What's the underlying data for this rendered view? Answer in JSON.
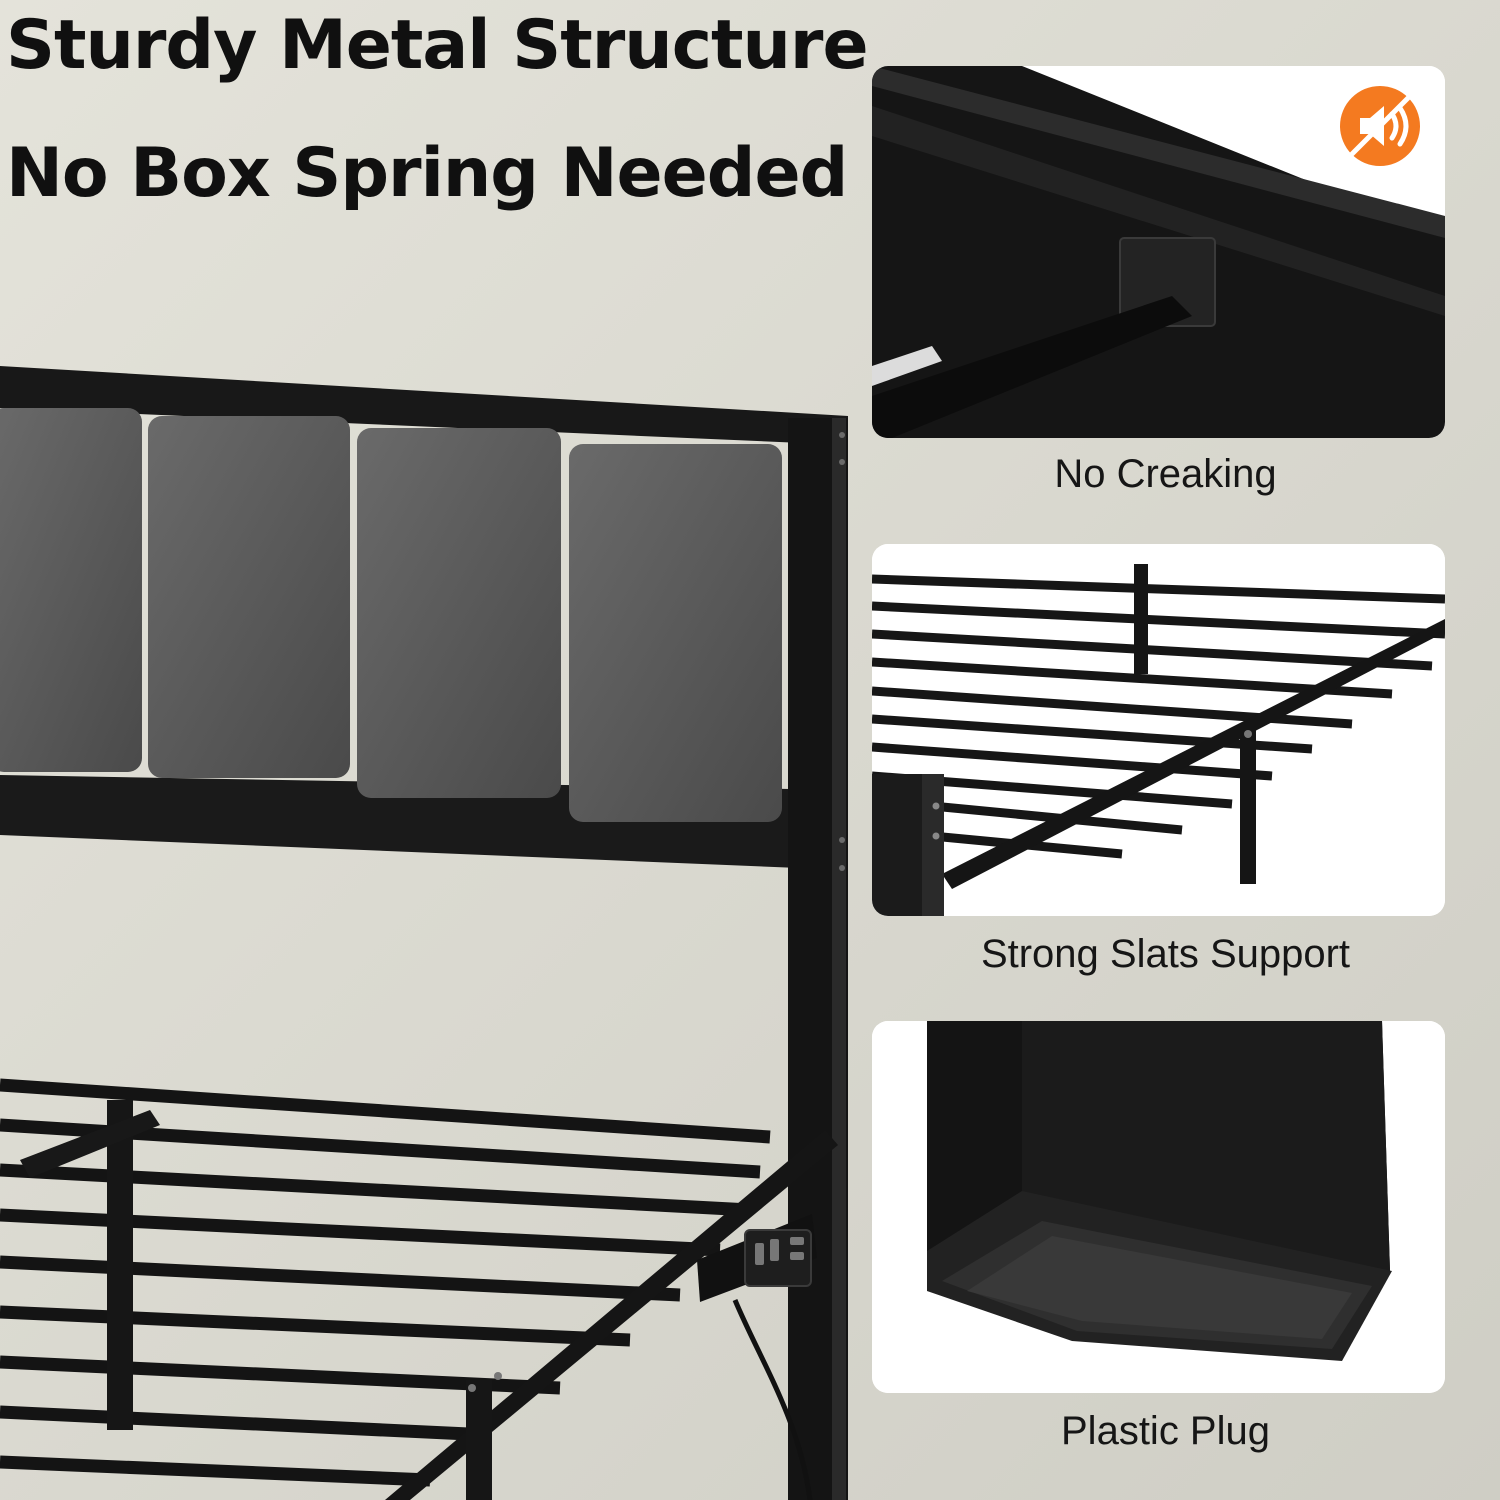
{
  "headline": {
    "line1": "Sturdy Metal Structure",
    "line2": "No Box Spring Needed"
  },
  "features": [
    {
      "caption": "No Creaking",
      "icon": "mute-icon"
    },
    {
      "caption": "Strong Slats Support"
    },
    {
      "caption": "Plastic Plug"
    }
  ],
  "colors": {
    "background": "#dcdbd2",
    "metal": "#151515",
    "upholstery": "#555555",
    "accent": "#f47a20"
  }
}
